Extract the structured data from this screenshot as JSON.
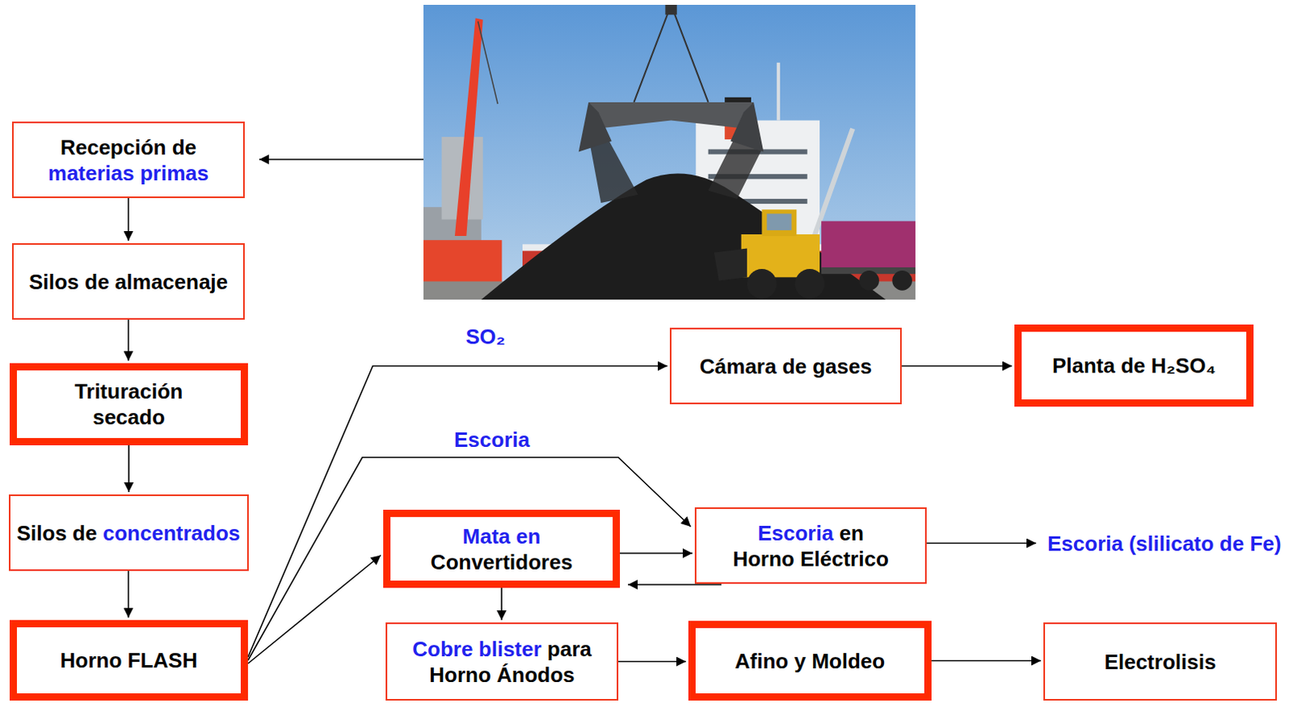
{
  "diagram": {
    "nodes": [
      {
        "text": [
          "Recepción de",
          "materias primas"
        ]
      },
      {
        "text": [
          "Silos de almacenaje"
        ]
      },
      {
        "text": [
          "Trituración secado"
        ]
      },
      {
        "text": [
          "Silos de",
          "concentrados"
        ]
      },
      {
        "text": [
          "Horno FLASH"
        ]
      },
      {
        "text": [
          "Cámara de gases"
        ]
      },
      {
        "text": [
          "Planta de H₂SO₄"
        ]
      },
      {
        "text": [
          "Mata en",
          "Convertidores"
        ]
      },
      {
        "text": [
          "Escoria",
          "en",
          "Horno Eléctrico"
        ]
      },
      {
        "text": [
          "Cobre blister",
          "para",
          "Horno Ánodos"
        ]
      },
      {
        "text": [
          "Afino y Moldeo"
        ]
      },
      {
        "text": [
          "Electrolisis"
        ]
      }
    ],
    "edges": [
      {
        "from": 0,
        "to": 1,
        "arrow": "to"
      },
      {
        "from": 1,
        "to": 2,
        "arrow": "to"
      },
      {
        "from": 2,
        "to": 3,
        "arrow": "to"
      },
      {
        "from": 3,
        "to": 4,
        "arrow": "to"
      },
      {
        "from": 4,
        "to": 5,
        "label": "SO₂",
        "arrow": "to"
      },
      {
        "from": 5,
        "to": 6,
        "arrow": "to"
      },
      {
        "from": 4,
        "to": 8,
        "label": "Escoria",
        "arrow": "to"
      },
      {
        "from": 4,
        "to": 7,
        "arrow": "to"
      },
      {
        "from": 7,
        "to": 8,
        "arrow": "to"
      },
      {
        "from": 8,
        "to": 7,
        "arrow": "to"
      },
      {
        "from": 7,
        "to": 9,
        "arrow": "to"
      },
      {
        "from": 9,
        "to": 10,
        "arrow": "to"
      },
      {
        "from": 10,
        "to": 11,
        "arrow": "to"
      }
    ],
    "labels": [
      "Escoria (slilicato de Fe)"
    ]
  }
}
